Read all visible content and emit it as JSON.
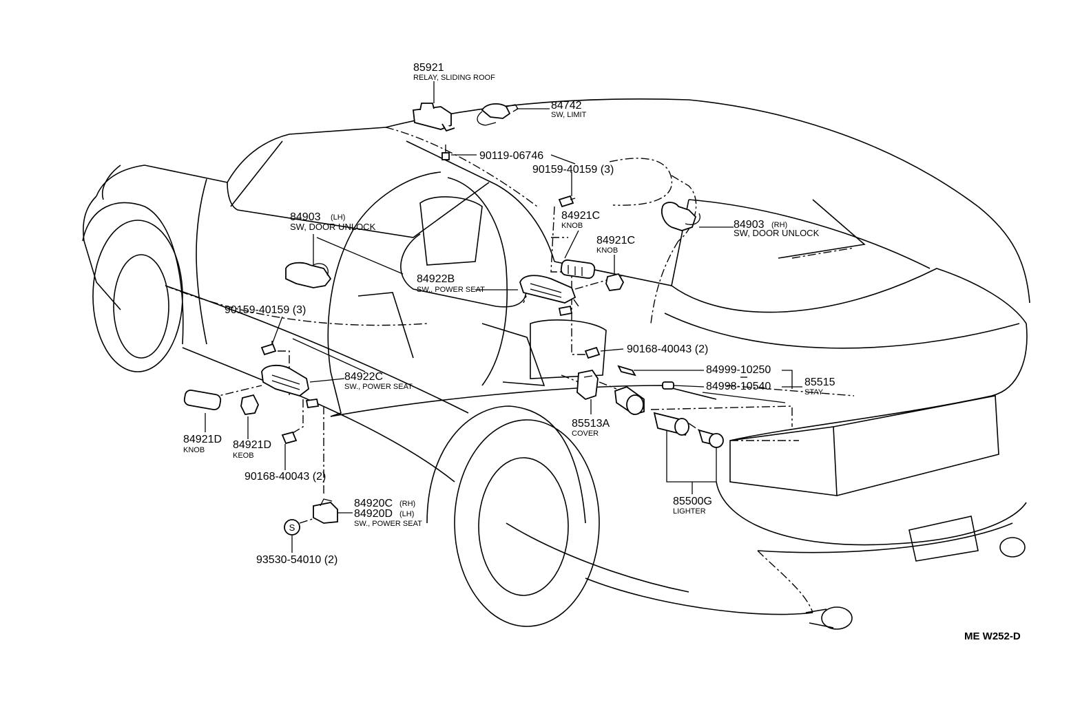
{
  "diagram": {
    "reference": "ME W252-D",
    "callouts": [
      {
        "id": "c85921",
        "number": "85921",
        "desc": "RELAY, SLIDING ROOF"
      },
      {
        "id": "c84742",
        "number": "84742",
        "desc": "SW, LIMIT"
      },
      {
        "id": "c90119",
        "number": "90119-06746",
        "desc": ""
      },
      {
        "id": "c90159a",
        "number": "90159-40159 (3)",
        "desc": ""
      },
      {
        "id": "c84921c1",
        "number": "84921C",
        "desc": "KNOB"
      },
      {
        "id": "c84921c2",
        "number": "84921C",
        "desc": "KNOB"
      },
      {
        "id": "c84903rh",
        "number": "84903",
        "suffix": "(RH)",
        "desc": "SW, DOOR  UNLOCK"
      },
      {
        "id": "c84903lh",
        "number": "84903",
        "suffix": "(LH)",
        "desc": "SW, DOOR  UNLOCK"
      },
      {
        "id": "c84922b",
        "number": "84922B",
        "desc": "SW., POWER SEAT"
      },
      {
        "id": "c90159b",
        "number": "90159-40159 (3)",
        "desc": ""
      },
      {
        "id": "c90168a",
        "number": "90168-40043 (2)",
        "desc": ""
      },
      {
        "id": "c84999",
        "number": "84999-10250",
        "desc": ""
      },
      {
        "id": "c84998",
        "number": "84998-10540",
        "desc": ""
      },
      {
        "id": "c85515",
        "number": "85515",
        "desc": "STAY"
      },
      {
        "id": "c84922c",
        "number": "84922C",
        "desc": "SW., POWER SEAT"
      },
      {
        "id": "c85513a",
        "number": "85513A",
        "desc": "COVER"
      },
      {
        "id": "c84921d1",
        "number": "84921D",
        "desc": "KNOB"
      },
      {
        "id": "c84921d2",
        "number": "84921D",
        "desc": "KEOB"
      },
      {
        "id": "c90168b",
        "number": "90168-40043 (2)",
        "desc": ""
      },
      {
        "id": "c85500g",
        "number": "85500G",
        "desc": "LIGHTER"
      },
      {
        "id": "c84920c",
        "number": "84920C",
        "suffix": "(RH)",
        "desc": ""
      },
      {
        "id": "c84920d",
        "number": "84920D",
        "suffix": "(LH)",
        "desc": "SW., POWER SEAT"
      },
      {
        "id": "c93530",
        "number": "93530-54010 (2)",
        "desc": ""
      }
    ],
    "symbol_s": "S"
  }
}
